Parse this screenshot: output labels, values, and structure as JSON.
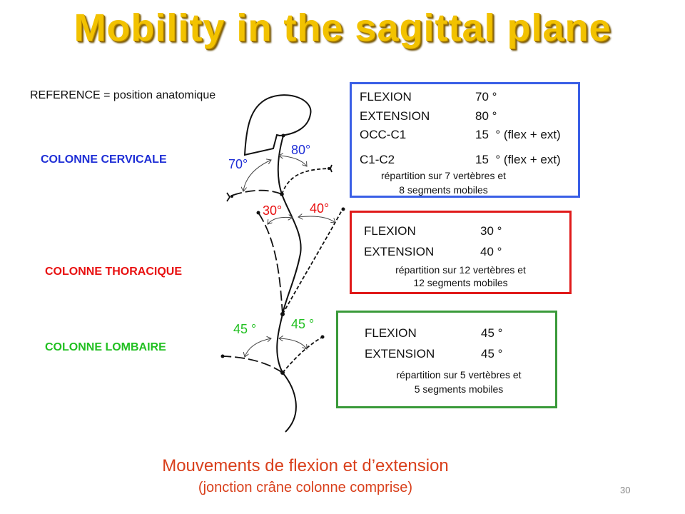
{
  "title": "Mobility in the sagittal plane",
  "reference": "REFERENCE = position anatomique",
  "regions": {
    "cervical": {
      "label": "COLONNE CERVICALE",
      "color": "#1f2fd6",
      "angles": {
        "flexion": "70°",
        "extension": "80°"
      },
      "box": {
        "rows": [
          [
            "FLEXION",
            "70 °"
          ],
          [
            "EXTENSION",
            "80 °"
          ],
          [
            "OCC-C1",
            "15  ° (flex + ext)"
          ],
          [
            "C1-C2",
            "15  ° (flex + ext)"
          ]
        ],
        "note": [
          "répartition sur 7 vertèbres et",
          "8 segments mobiles"
        ],
        "border": "#3a5fe6"
      }
    },
    "thoracic": {
      "label": "COLONNE THORACIQUE",
      "color": "#e81010",
      "angles": {
        "flexion": "30°",
        "extension": "40°"
      },
      "box": {
        "rows": [
          [
            "FLEXION",
            "30 °"
          ],
          [
            "EXTENSION",
            "40 °"
          ]
        ],
        "note": [
          "répartition sur 12 vertèbres et",
          "12 segments mobiles"
        ],
        "border": "#e01a1a"
      }
    },
    "lumbar": {
      "label": "COLONNE LOMBAIRE",
      "color": "#22c022",
      "angles": {
        "flexion": "45 °",
        "extension": "45 °"
      },
      "box": {
        "rows": [
          [
            "FLEXION",
            "45 °"
          ],
          [
            "EXTENSION",
            "45 °"
          ]
        ],
        "note": [
          "répartition sur 5 vertèbres et",
          "5 segments mobiles"
        ],
        "border": "#3a9a3a"
      }
    }
  },
  "caption": {
    "line1": "Mouvements de flexion et d’extension",
    "line2": "(jonction crâne colonne comprise)",
    "color": "#d9401c"
  },
  "page_number": "30"
}
